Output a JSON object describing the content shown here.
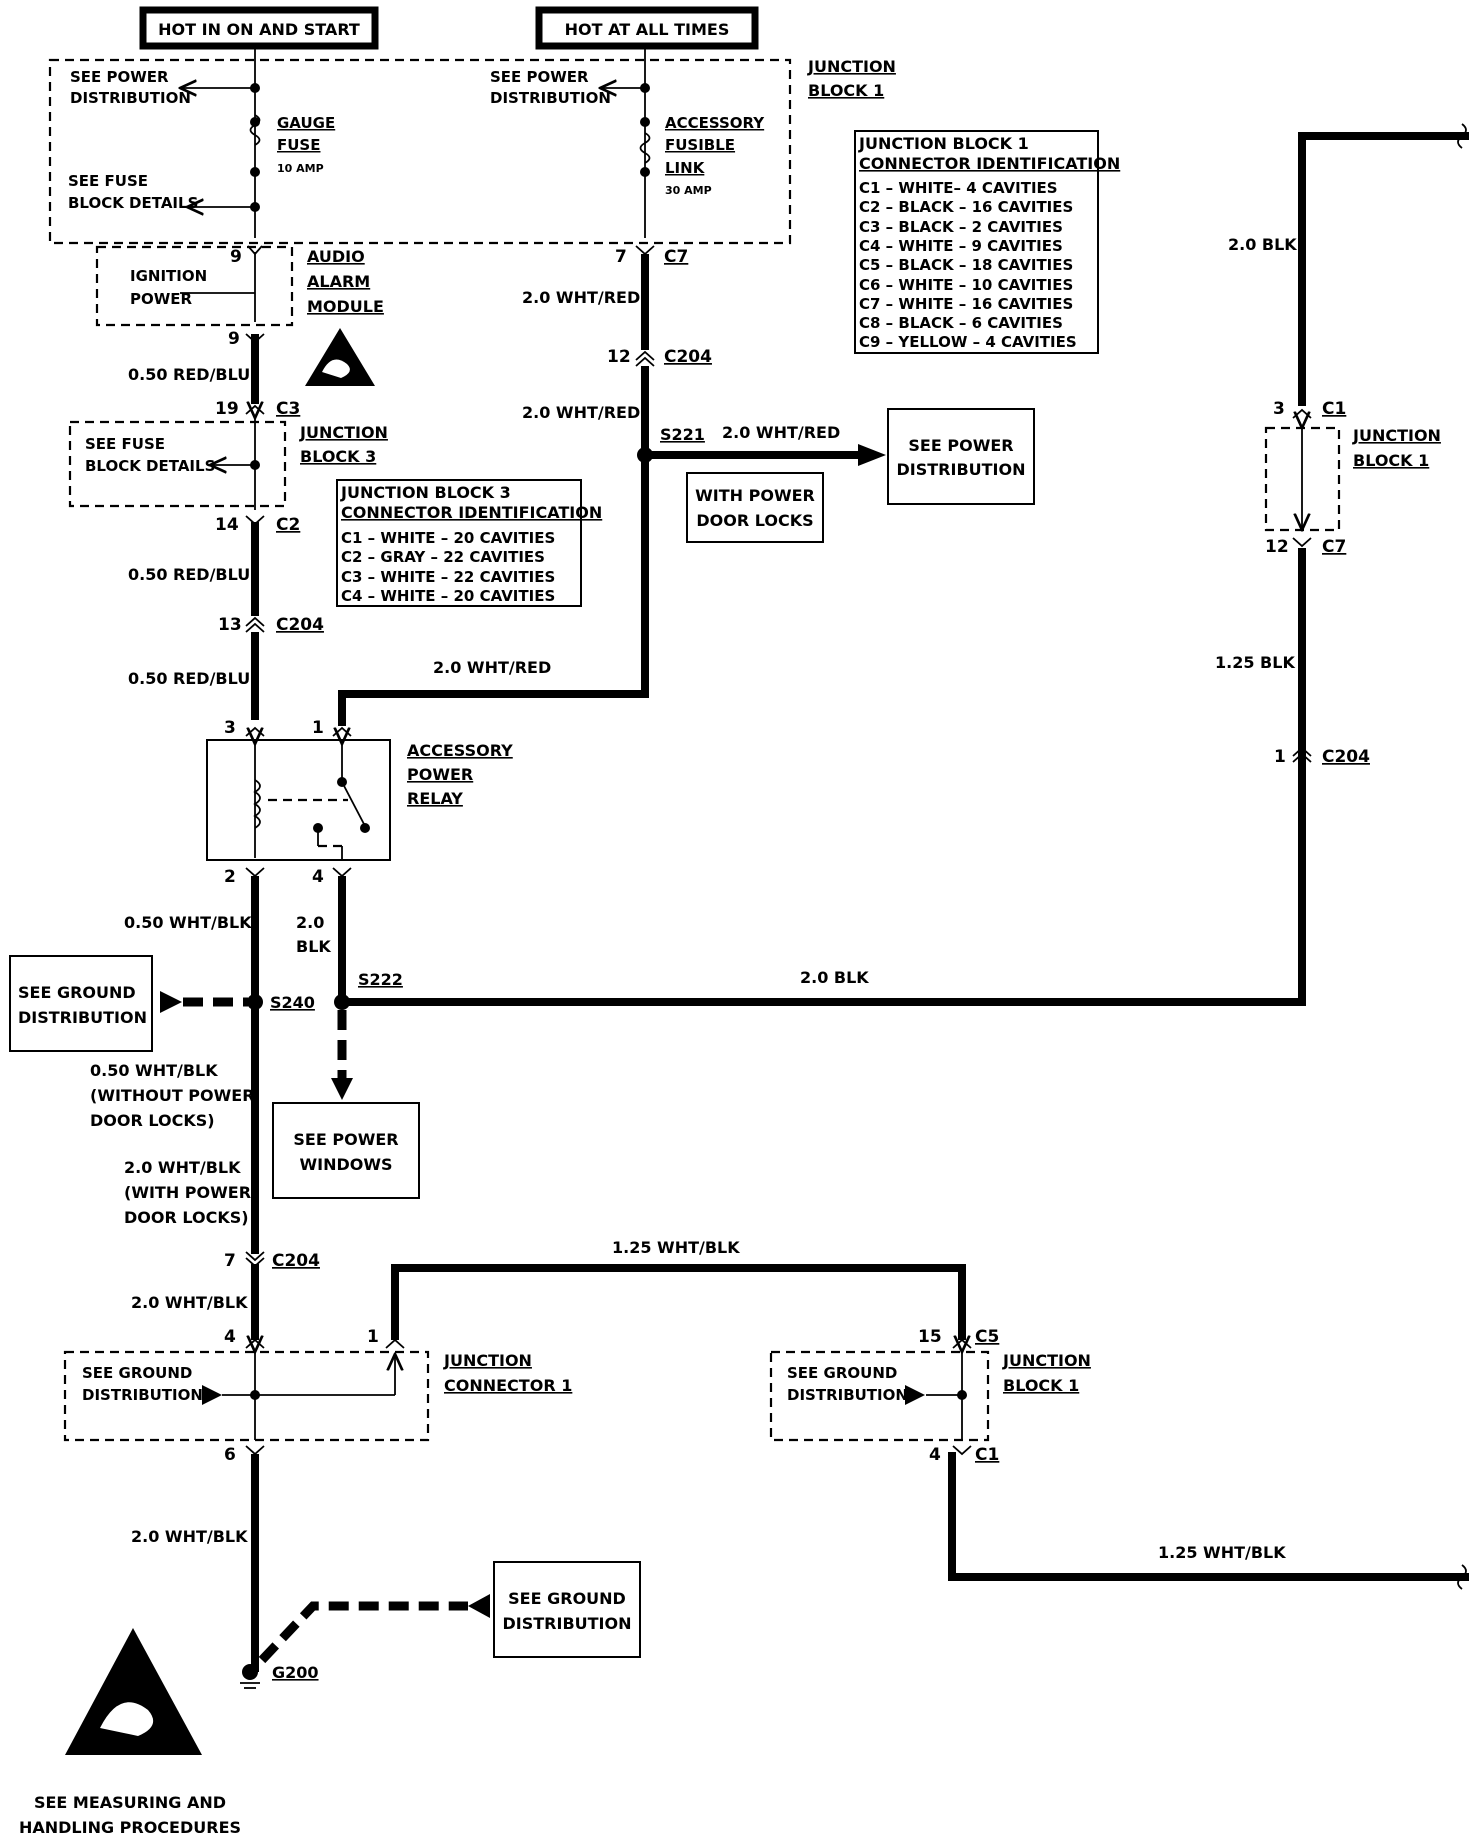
{
  "header": {
    "hot_run_start": "HOT IN ON AND START",
    "hot_all_times": "HOT AT ALL TIMES"
  },
  "junction_block_1_top": {
    "title_line1": "JUNCTION",
    "title_line2": "BLOCK 1",
    "see_power_dist_left_1": "SEE POWER",
    "see_power_dist_left_2": "DISTRIBUTION",
    "see_power_dist_right_1": "SEE POWER",
    "see_power_dist_right_2": "DISTRIBUTION",
    "see_fuse_block_1": "SEE FUSE",
    "see_fuse_block_2": "BLOCK DETAILS",
    "gauge_fuse_1": "GAUGE",
    "gauge_fuse_2": "FUSE",
    "gauge_fuse_amp": "10 AMP",
    "acc_link_1": "ACCESSORY",
    "acc_link_2": "FUSIBLE",
    "acc_link_3": "LINK",
    "acc_link_amp": "30 AMP"
  },
  "jb1_connector_id": {
    "title_1": "JUNCTION BLOCK 1",
    "title_2": "CONNECTOR IDENTIFICATION",
    "rows": [
      "C1 – WHITE– 4 CAVITIES",
      "C2 – BLACK – 16 CAVITIES",
      "C3 – BLACK – 2 CAVITIES",
      "C4 – WHITE – 9 CAVITIES",
      "C5 – BLACK – 18 CAVITIES",
      "C6 – WHITE – 10 CAVITIES",
      "C7 – WHITE – 16 CAVITIES",
      "C8 – BLACK – 6 CAVITIES",
      "C9 – YELLOW – 4 CAVITIES"
    ]
  },
  "jb3_connector_id": {
    "title_1": "JUNCTION BLOCK 3",
    "title_2": "CONNECTOR IDENTIFICATION",
    "rows": [
      "C1 – WHITE – 20 CAVITIES",
      "C2 – GRAY – 22 CAVITIES",
      "C3 – WHITE – 22 CAVITIES",
      "C4 – WHITE – 20 CAVITIES"
    ]
  },
  "audio_alarm": {
    "ign_1": "IGNITION",
    "ign_2": "POWER",
    "title_1": "AUDIO",
    "title_2": "ALARM",
    "title_3": "MODULE",
    "pin_in": "9"
  },
  "junction_block_3": {
    "see_fuse_1": "SEE FUSE",
    "see_fuse_2": "BLOCK DETAILS",
    "title_1": "JUNCTION",
    "title_2": "BLOCK 3"
  },
  "relay": {
    "title_1": "ACCESSORY",
    "title_2": "POWER",
    "title_3": "RELAY",
    "pin_3": "3",
    "pin_1": "1",
    "pin_2": "2",
    "pin_4": "4"
  },
  "pins": {
    "p9": "9",
    "p19": "19",
    "c3": "C3",
    "p14": "14",
    "c2": "C2",
    "p13": "13",
    "c204_a": "C204",
    "p7": "7",
    "c7_a": "C7",
    "p12": "12",
    "c204_b": "C204",
    "p3r": "3",
    "c1_r": "C1",
    "p12r": "12",
    "c7_r": "C7",
    "p1r": "1",
    "c204_r": "C204",
    "p7b": "7",
    "c204_c": "C204",
    "p4": "4",
    "p1b": "1",
    "p6": "6",
    "p15": "15",
    "c5": "C5",
    "p4b": "4",
    "c1_b": "C1"
  },
  "wires": {
    "w_red_blu_1": "0.50 RED/BLU",
    "w_red_blu_2": "0.50 RED/BLU",
    "w_red_blu_3": "0.50 RED/BLU",
    "w_wht_red_1": "2.0 WHT/RED",
    "w_wht_red_2": "2.0 WHT/RED",
    "w_wht_red_3": "2.0 WHT/RED",
    "w_wht_red_4": "2.0 WHT/RED",
    "w_blk_top": "2.0 BLK",
    "w_blk_125": "1.25 BLK",
    "w_wht_blk_050": "0.50 WHT/BLK",
    "w_20_1": "2.0",
    "w_20_2": "BLK",
    "w_blk_horiz": "2.0 BLK",
    "w_wht_blk_alt_1": "0.50 WHT/BLK",
    "w_wht_blk_alt_2": "(WITHOUT POWER",
    "w_wht_blk_alt_3": "DOOR LOCKS)",
    "w_wht_blk_alt_4": "2.0 WHT/BLK",
    "w_wht_blk_alt_5": "(WITH POWER",
    "w_wht_blk_alt_6": "DOOR LOCKS)",
    "w_wht_blk_20_a": "2.0 WHT/BLK",
    "w_wht_blk_20_b": "2.0 WHT/BLK",
    "w_wht_blk_125_top": "1.25 WHT/BLK",
    "w_wht_blk_125_bot": "1.25 WHT/BLK"
  },
  "splices": {
    "s221": "S221",
    "s222": "S222",
    "s240": "S240",
    "g200": "G200"
  },
  "right_jb1": {
    "title_1": "JUNCTION",
    "title_2": "BLOCK 1"
  },
  "refs": {
    "see_power_dist_1": "SEE POWER",
    "see_power_dist_2": "DISTRIBUTION",
    "with_pdl_1": "WITH POWER",
    "with_pdl_2": "DOOR LOCKS",
    "see_ground_1": "SEE GROUND",
    "see_ground_2": "DISTRIBUTION",
    "see_power_win_1": "SEE POWER",
    "see_power_win_2": "WINDOWS",
    "see_ground_b1": "SEE GROUND",
    "see_ground_b2": "DISTRIBUTION"
  },
  "junction_connector_1": {
    "see_ground_1": "SEE GROUND",
    "see_ground_2": "DISTRIBUTION",
    "title_1": "JUNCTION",
    "title_2": "CONNECTOR 1"
  },
  "jb1_bottom": {
    "see_ground_1": "SEE GROUND",
    "see_ground_2": "DISTRIBUTION",
    "title_1": "JUNCTION",
    "title_2": "BLOCK 1"
  },
  "footer": {
    "note_1": "SEE MEASURING AND",
    "note_2": "HANDLING PROCEDURES"
  }
}
